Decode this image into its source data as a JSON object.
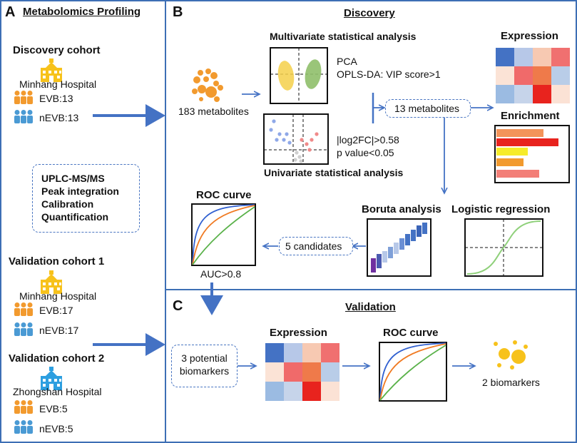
{
  "panel_a": {
    "letter": "A",
    "title": "Metabolomics Profiling",
    "discovery": {
      "title": "Discovery cohort",
      "hospital": "Minhang Hospital",
      "evb": "EVB:13",
      "nevb": "nEVB:13"
    },
    "methods": [
      "UPLC-MS/MS",
      "Peak integration",
      "Calibration",
      "Quantification"
    ],
    "validation1": {
      "title": "Validation cohort 1",
      "hospital": "Minhang Hospital",
      "evb": "EVB:17",
      "nevb": "nEVB:17"
    },
    "validation2": {
      "title": "Validation cohort 2",
      "hospital": "Zhongshan Hospital",
      "evb": "EVB:5",
      "nevb": "nEVB:5"
    }
  },
  "panel_b": {
    "letter": "B",
    "title": "Discovery",
    "multivariate_title": "Multivariate statistical analysis",
    "univariate_title": "Univariate statistical analysis",
    "metabolites_183": "183 metabolites",
    "pca": "PCA",
    "oplsda": "OPLS-DA: VIP score>1",
    "log2fc": "|log2FC|>0.58",
    "pvalue": "p value<0.05",
    "metabolites_13": "13 metabolites",
    "expression_title": "Expression",
    "enrichment_title": "Enrichment",
    "roc_title": "ROC curve",
    "auc": "AUC>0.8",
    "candidates": "5 candidates",
    "boruta_title": "Boruta analysis",
    "logistic_title": "Logistic regression"
  },
  "panel_c": {
    "letter": "C",
    "title": "Validation",
    "potential_biomarkers": "3 potential biomarkers",
    "expression_title": "Expression",
    "roc_title": "ROC curve",
    "biomarkers": "2 biomarkers"
  },
  "colors": {
    "panel_border": "#3d6fb5",
    "arrow": "#4472c4",
    "orange": "#f29a2e",
    "blue_person": "#4a9ad4",
    "hospital_yellow": "#f7c21b",
    "hospital_blue": "#2d9fe0",
    "roc_blue": "#2f5fd0",
    "roc_orange": "#f07a22",
    "roc_green": "#5ab24a"
  },
  "icons": [
    "hospital-icon",
    "people-icon",
    "metabolite-dots-icon",
    "pca-plot-icon",
    "volcano-plot-icon",
    "heatmap-icon",
    "enrichment-bar-icon",
    "roc-plot-icon",
    "boruta-plot-icon",
    "sigmoid-plot-icon"
  ]
}
